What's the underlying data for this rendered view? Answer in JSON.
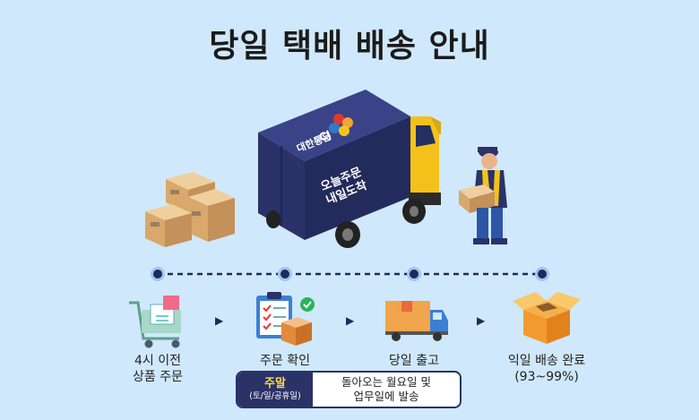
{
  "title": "당일 택배 배송 안내",
  "truck": {
    "logo": "CJ",
    "company": "대한통운",
    "slogan_line1": "오늘주문",
    "slogan_line2": "내일도착"
  },
  "steps": [
    {
      "line1": "4시 이전",
      "line2": "상품 주문",
      "icon": "shopping-cart-icon"
    },
    {
      "line1": "주문 확인",
      "line2": "",
      "icon": "clipboard-check-icon"
    },
    {
      "line1": "당일 출고",
      "line2": "",
      "icon": "delivery-truck-icon"
    },
    {
      "line1": "익일 배송 완료",
      "line2": "(93~99%)",
      "icon": "open-box-icon"
    }
  ],
  "notice": {
    "label": "주말",
    "sublabel": "(토/일/공휴일)",
    "line1": "돌아오는 월요일 및",
    "line2": "업무일에 발송"
  },
  "colors": {
    "background": "#cfe8fb",
    "navy": "#2a3268",
    "accent_yellow": "#ffd84a"
  }
}
